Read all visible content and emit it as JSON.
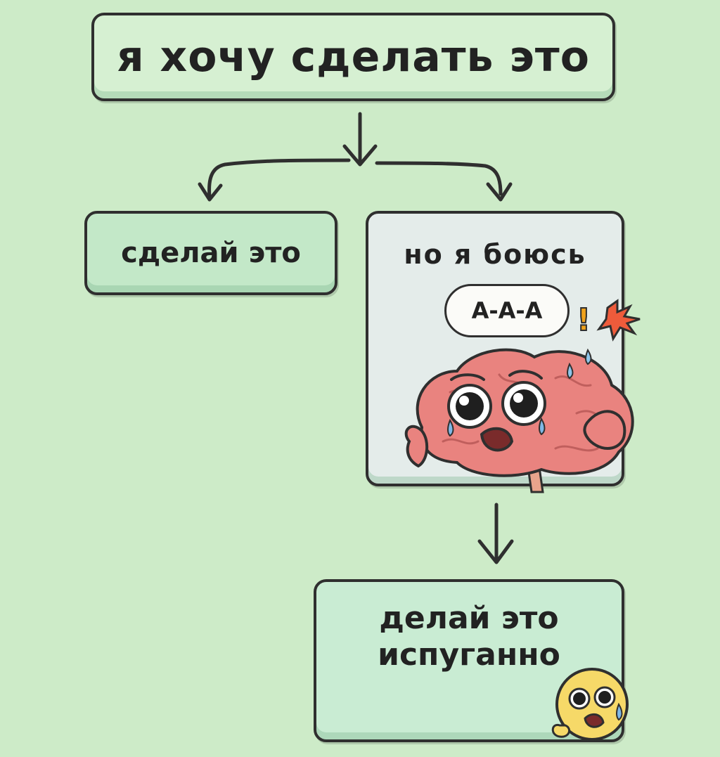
{
  "top_box": {
    "text": "я хочу сделать это"
  },
  "left_box": {
    "text": "сделай это"
  },
  "right_box": {
    "text": "но я боюсь",
    "speech": "А-А-А"
  },
  "bottom_box": {
    "line1": "делай это",
    "line2": "испуганно"
  },
  "colors": {
    "background": "#cdebc8",
    "box_border": "#2f2f2f",
    "brain_pink": "#e9837f"
  },
  "icons": [
    "down-arrow-icon",
    "scared-brain-icon",
    "scared-emoji-icon",
    "explosion-icon",
    "sweat-drop-icon"
  ]
}
